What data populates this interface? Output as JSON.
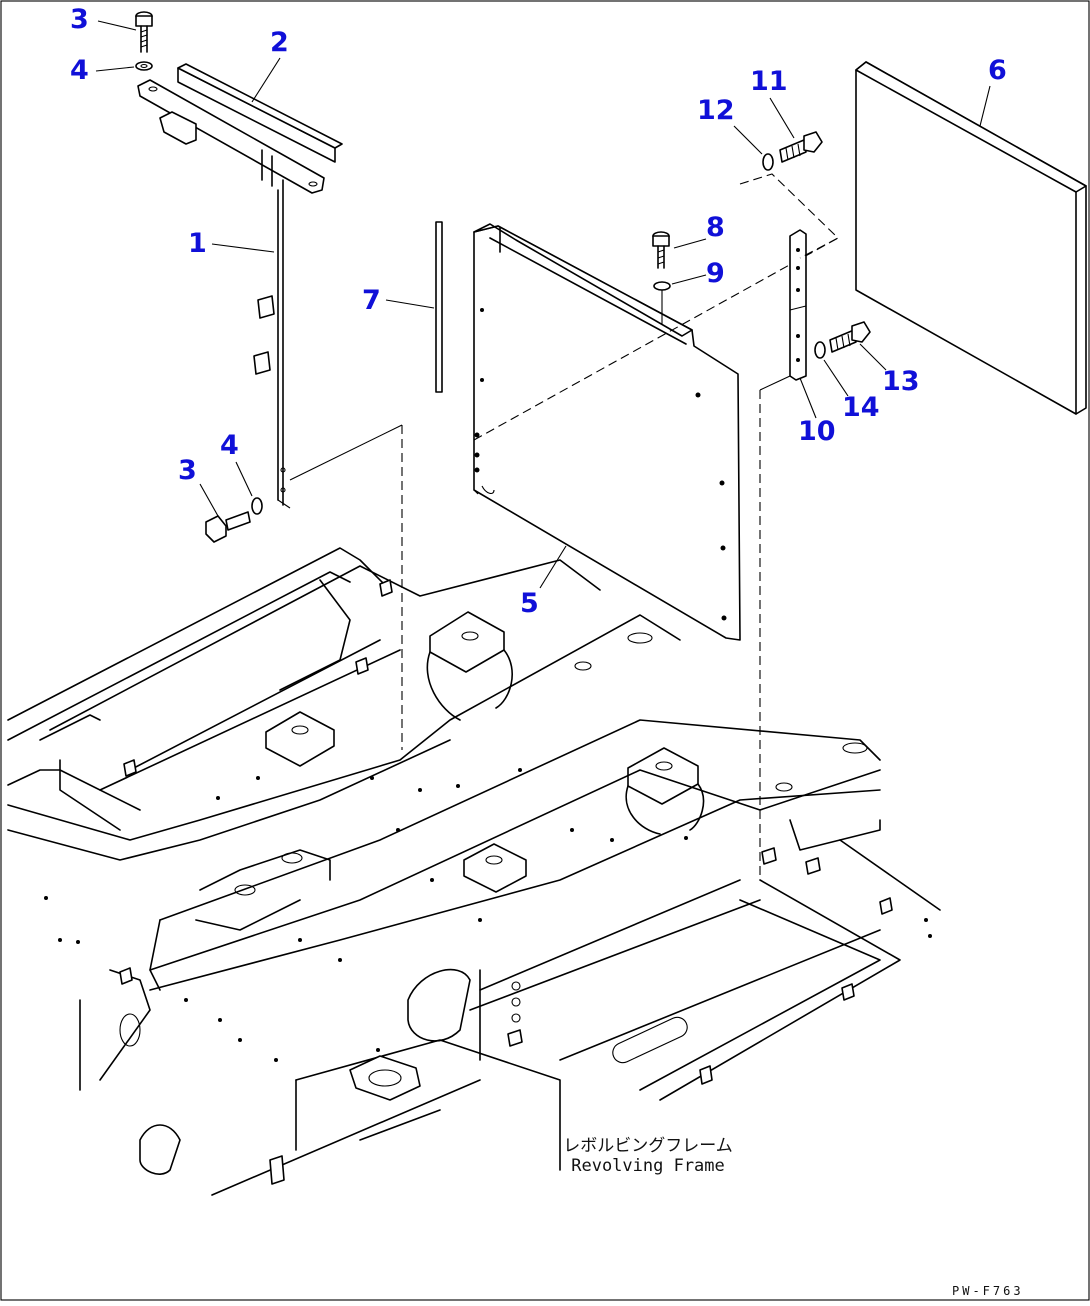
{
  "diagram": {
    "callouts": {
      "c1": "1",
      "c2": "2",
      "c3a": "3",
      "c3b": "3",
      "c4a": "4",
      "c4b": "4",
      "c5": "5",
      "c6": "6",
      "c7": "7",
      "c8": "8",
      "c9": "9",
      "c10": "10",
      "c11": "11",
      "c12": "12",
      "c13": "13",
      "c14": "14"
    },
    "frame_label_jp": "レボルビングフレーム",
    "frame_label_en": "Revolving Frame",
    "drawing_code": "PW-F763",
    "callout_color": "#1010d8",
    "line_color": "#000000",
    "background_color": "#ffffff"
  }
}
